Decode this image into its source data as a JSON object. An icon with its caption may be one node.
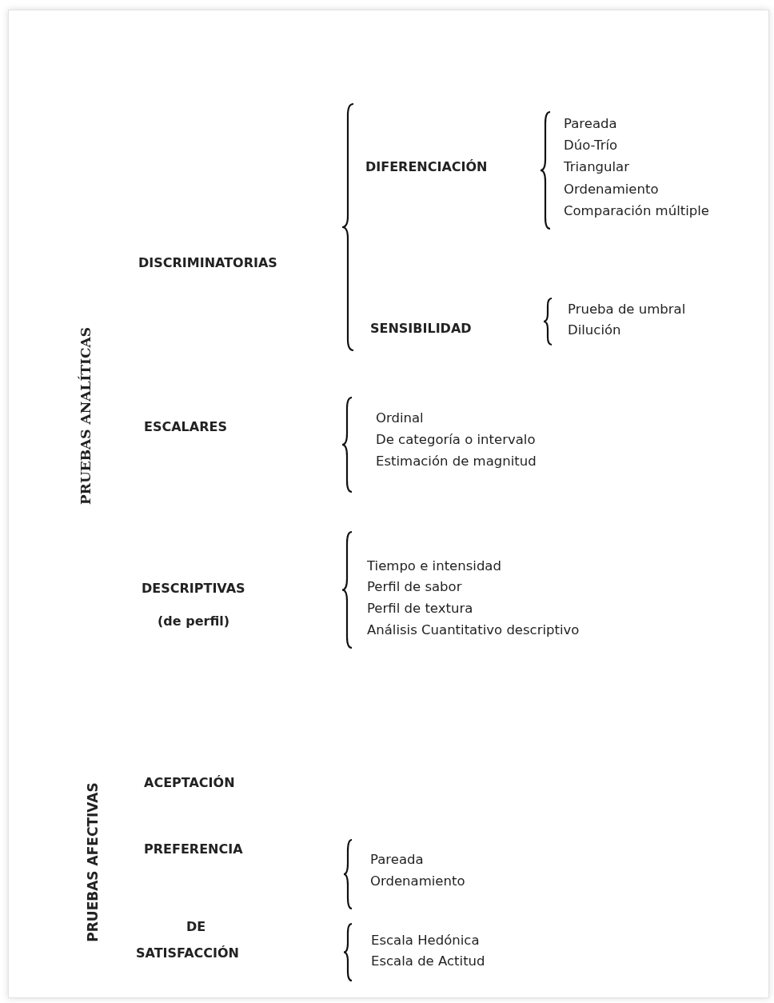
{
  "diagram": {
    "labels": [
      "PRUEBAS ANALÍTICAS",
      "DISCRIMINATORIAS",
      "DIFERENCIACIÓN",
      "Pareada",
      "Dúo-Trío",
      "Triangular",
      "Ordenamiento",
      "Comparación múltiple",
      "SENSIBILIDAD",
      "Prueba de umbral",
      "Dilución",
      "ESCALARES",
      "Ordinal",
      "De categoría o intervalo",
      "Estimación de magnitud",
      "DESCRIPTIVAS",
      "(de perfil)",
      "Tiempo e intensidad",
      "Perfil de sabor",
      "Perfil de textura",
      "Análisis Cuantitativo descriptivo",
      "PRUEBAS AFECTIVAS",
      "ACEPTACIÓN",
      "PREFERENCIA",
      "Pareada",
      "Ordenamiento",
      "DE",
      "SATISFACCIÓN",
      "Escala Hedónica",
      "Escala de Actitud"
    ]
  }
}
